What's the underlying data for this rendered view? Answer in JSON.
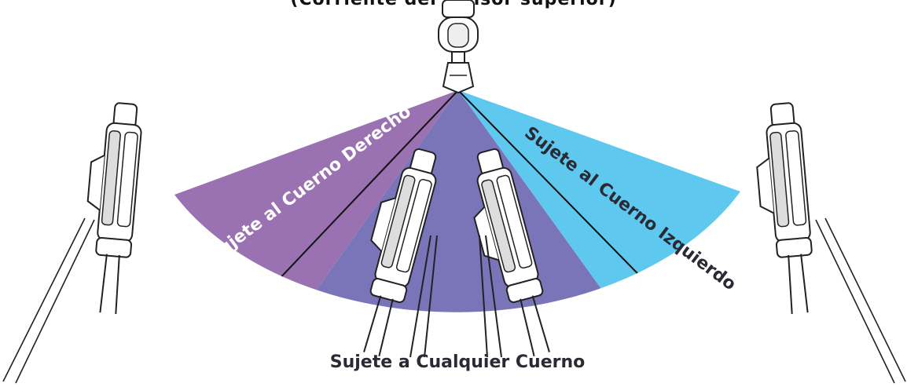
{
  "title": "(Corriente del sensor superior)",
  "zones": {
    "right_horn": "Sujete al Cuerno Derecho",
    "left_horn": "Sujete al Cuerno Izquierdo",
    "any_horn": "Sujete a Cualquier Cuerno"
  },
  "colors": {
    "right_zone": "#9a72b2",
    "center_zone": "#7a74b8",
    "left_zone": "#5ec8ee",
    "divider": "#111111"
  },
  "icons": [
    "sensor-icon",
    "hair-clipper-icon"
  ]
}
